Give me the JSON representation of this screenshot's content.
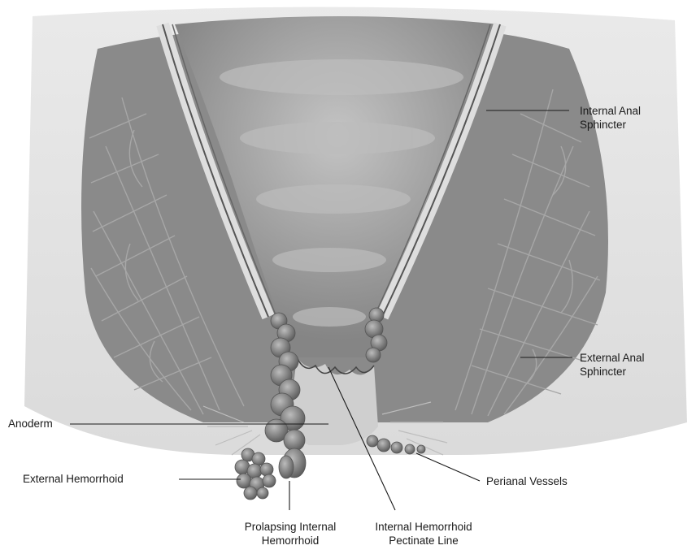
{
  "labels": {
    "internal_anal_sphincter": [
      "Internal Anal",
      "Sphincter"
    ],
    "external_anal_sphincter": [
      "External Anal",
      "Sphincter"
    ],
    "anoderm": "Anoderm",
    "external_hemorrhoid": "External Hemorrhoid",
    "perianal_vessels": "Perianal Vessels",
    "prolapsing_internal_hemorrhoid": [
      "Prolapsing Internal",
      "Hemorrhoid"
    ],
    "internal_hemorrhoid_pectinate": [
      "Internal Hemorrhoid",
      "Pectinate Line"
    ]
  },
  "colors": {
    "background": "#ffffff",
    "tissue_dark": "#6f6f6f",
    "tissue_mid": "#8c8c8c",
    "tissue_light": "#b9b9b9",
    "lumen": "#a8a8a8",
    "hemorrhoid": "#7a7a7a",
    "leader_line": "#1a1a1a",
    "text": "#1a1a1a"
  }
}
